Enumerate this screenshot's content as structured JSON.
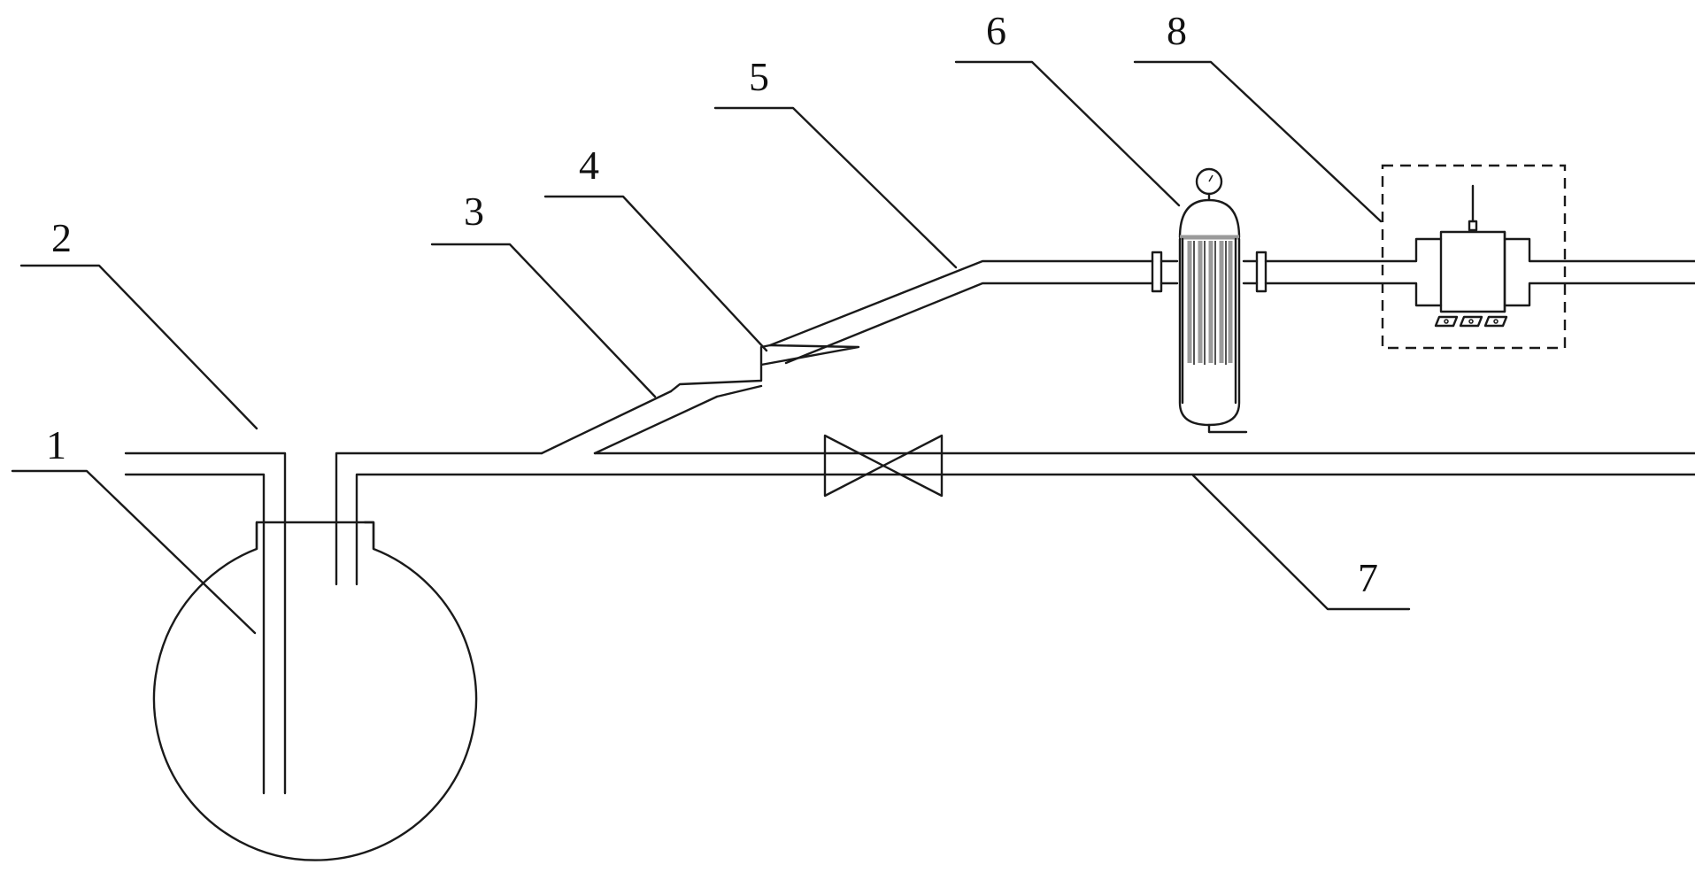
{
  "diagram": {
    "labels": [
      {
        "id": "1",
        "text": "1"
      },
      {
        "id": "2",
        "text": "2"
      },
      {
        "id": "3",
        "text": "3"
      },
      {
        "id": "4",
        "text": "4"
      },
      {
        "id": "5",
        "text": "5"
      },
      {
        "id": "6",
        "text": "6"
      },
      {
        "id": "7",
        "text": "7"
      },
      {
        "id": "8",
        "text": "8"
      }
    ]
  }
}
